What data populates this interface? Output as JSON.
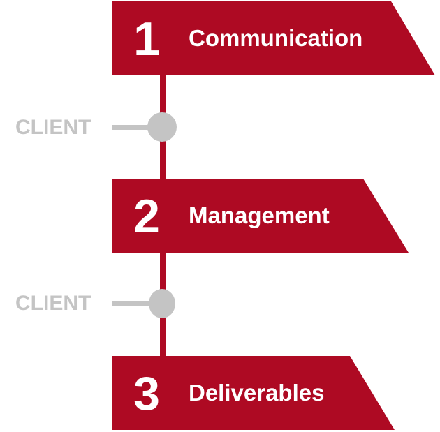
{
  "colors": {
    "accent": "#ae0a23",
    "connector": "#c4c4c4",
    "text": "#ffffff"
  },
  "steps": [
    {
      "number": "1",
      "label": "Communication"
    },
    {
      "number": "2",
      "label": "Management"
    },
    {
      "number": "3",
      "label": "Deliverables"
    }
  ],
  "connectors": [
    {
      "label": "CLIENT"
    },
    {
      "label": "CLIENT"
    }
  ]
}
